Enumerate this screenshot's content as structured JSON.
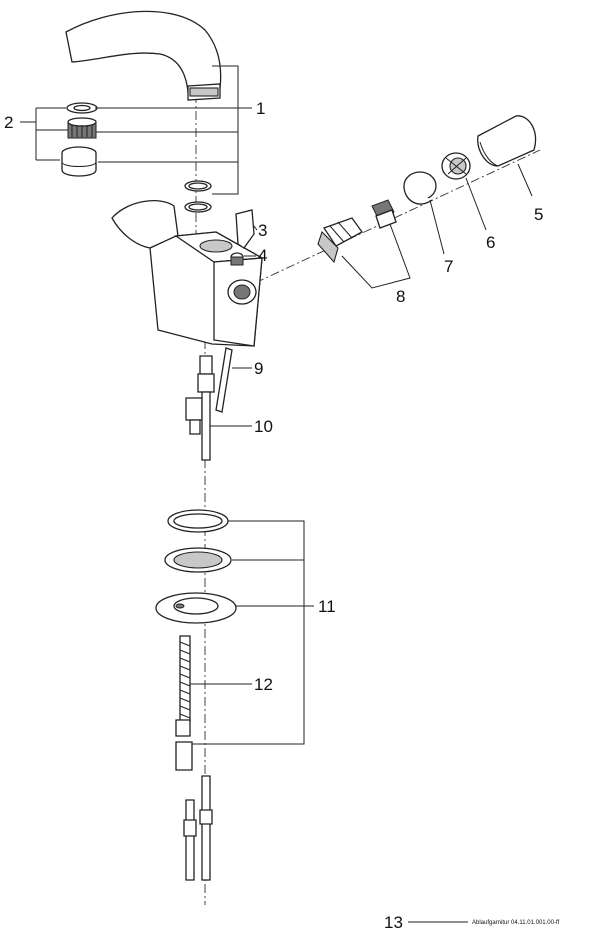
{
  "callouts": {
    "c1": "1",
    "c2": "2",
    "c3": "3",
    "c4": "4",
    "c5": "5",
    "c6": "6",
    "c7": "7",
    "c8": "8",
    "c9": "9",
    "c10": "10",
    "c11": "11",
    "c12": "12",
    "c13": "13"
  },
  "footer_reference": "Ablaufgarnitur 04.11.01.001.00-ff"
}
